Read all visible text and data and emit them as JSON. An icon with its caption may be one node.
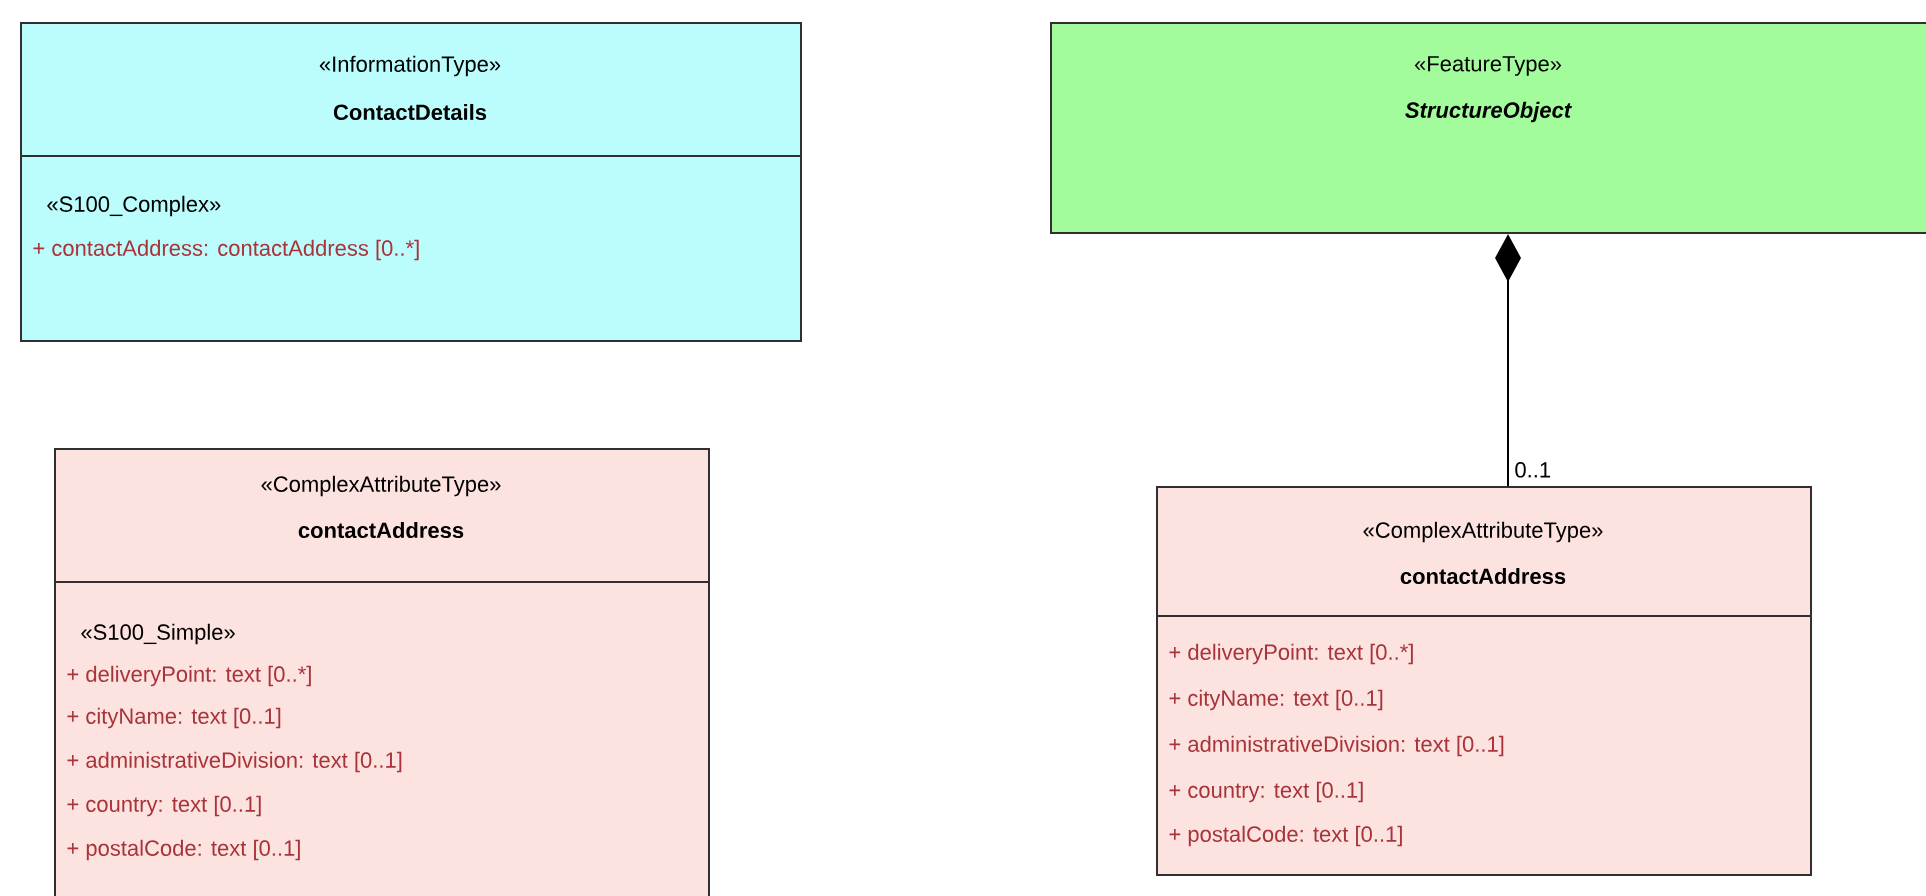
{
  "diagram": {
    "nodes": [
      {
        "text": [
          "«InformationType»",
          "ContactDetails",
          "«S100_Complex»",
          "+ contactAddress: contactAddress [0..*]"
        ]
      },
      {
        "text": [
          "«FeatureType»",
          "StructureObject"
        ]
      },
      {
        "text": [
          "«ComplexAttributeType»",
          "contactAddress",
          "«S100_Simple»",
          "+ deliveryPoint: text [0..*]",
          "+ cityName: text [0..1]",
          "+ administrativeDivision: text [0..1]",
          "+ country: text [0..1]",
          "+ postalCode: text [0..1]"
        ]
      },
      {
        "text": [
          "«ComplexAttributeType»",
          "contactAddress",
          "+ deliveryPoint: text [0..*]",
          "+ cityName: text [0..1]",
          "+ administrativeDivision: text [0..1]",
          "+ country: text [0..1]",
          "+ postalCode: text [0..1]"
        ]
      }
    ],
    "edges": [
      {
        "from": 1,
        "to": 3,
        "arrow": "other",
        "label": "0..1"
      }
    ]
  }
}
